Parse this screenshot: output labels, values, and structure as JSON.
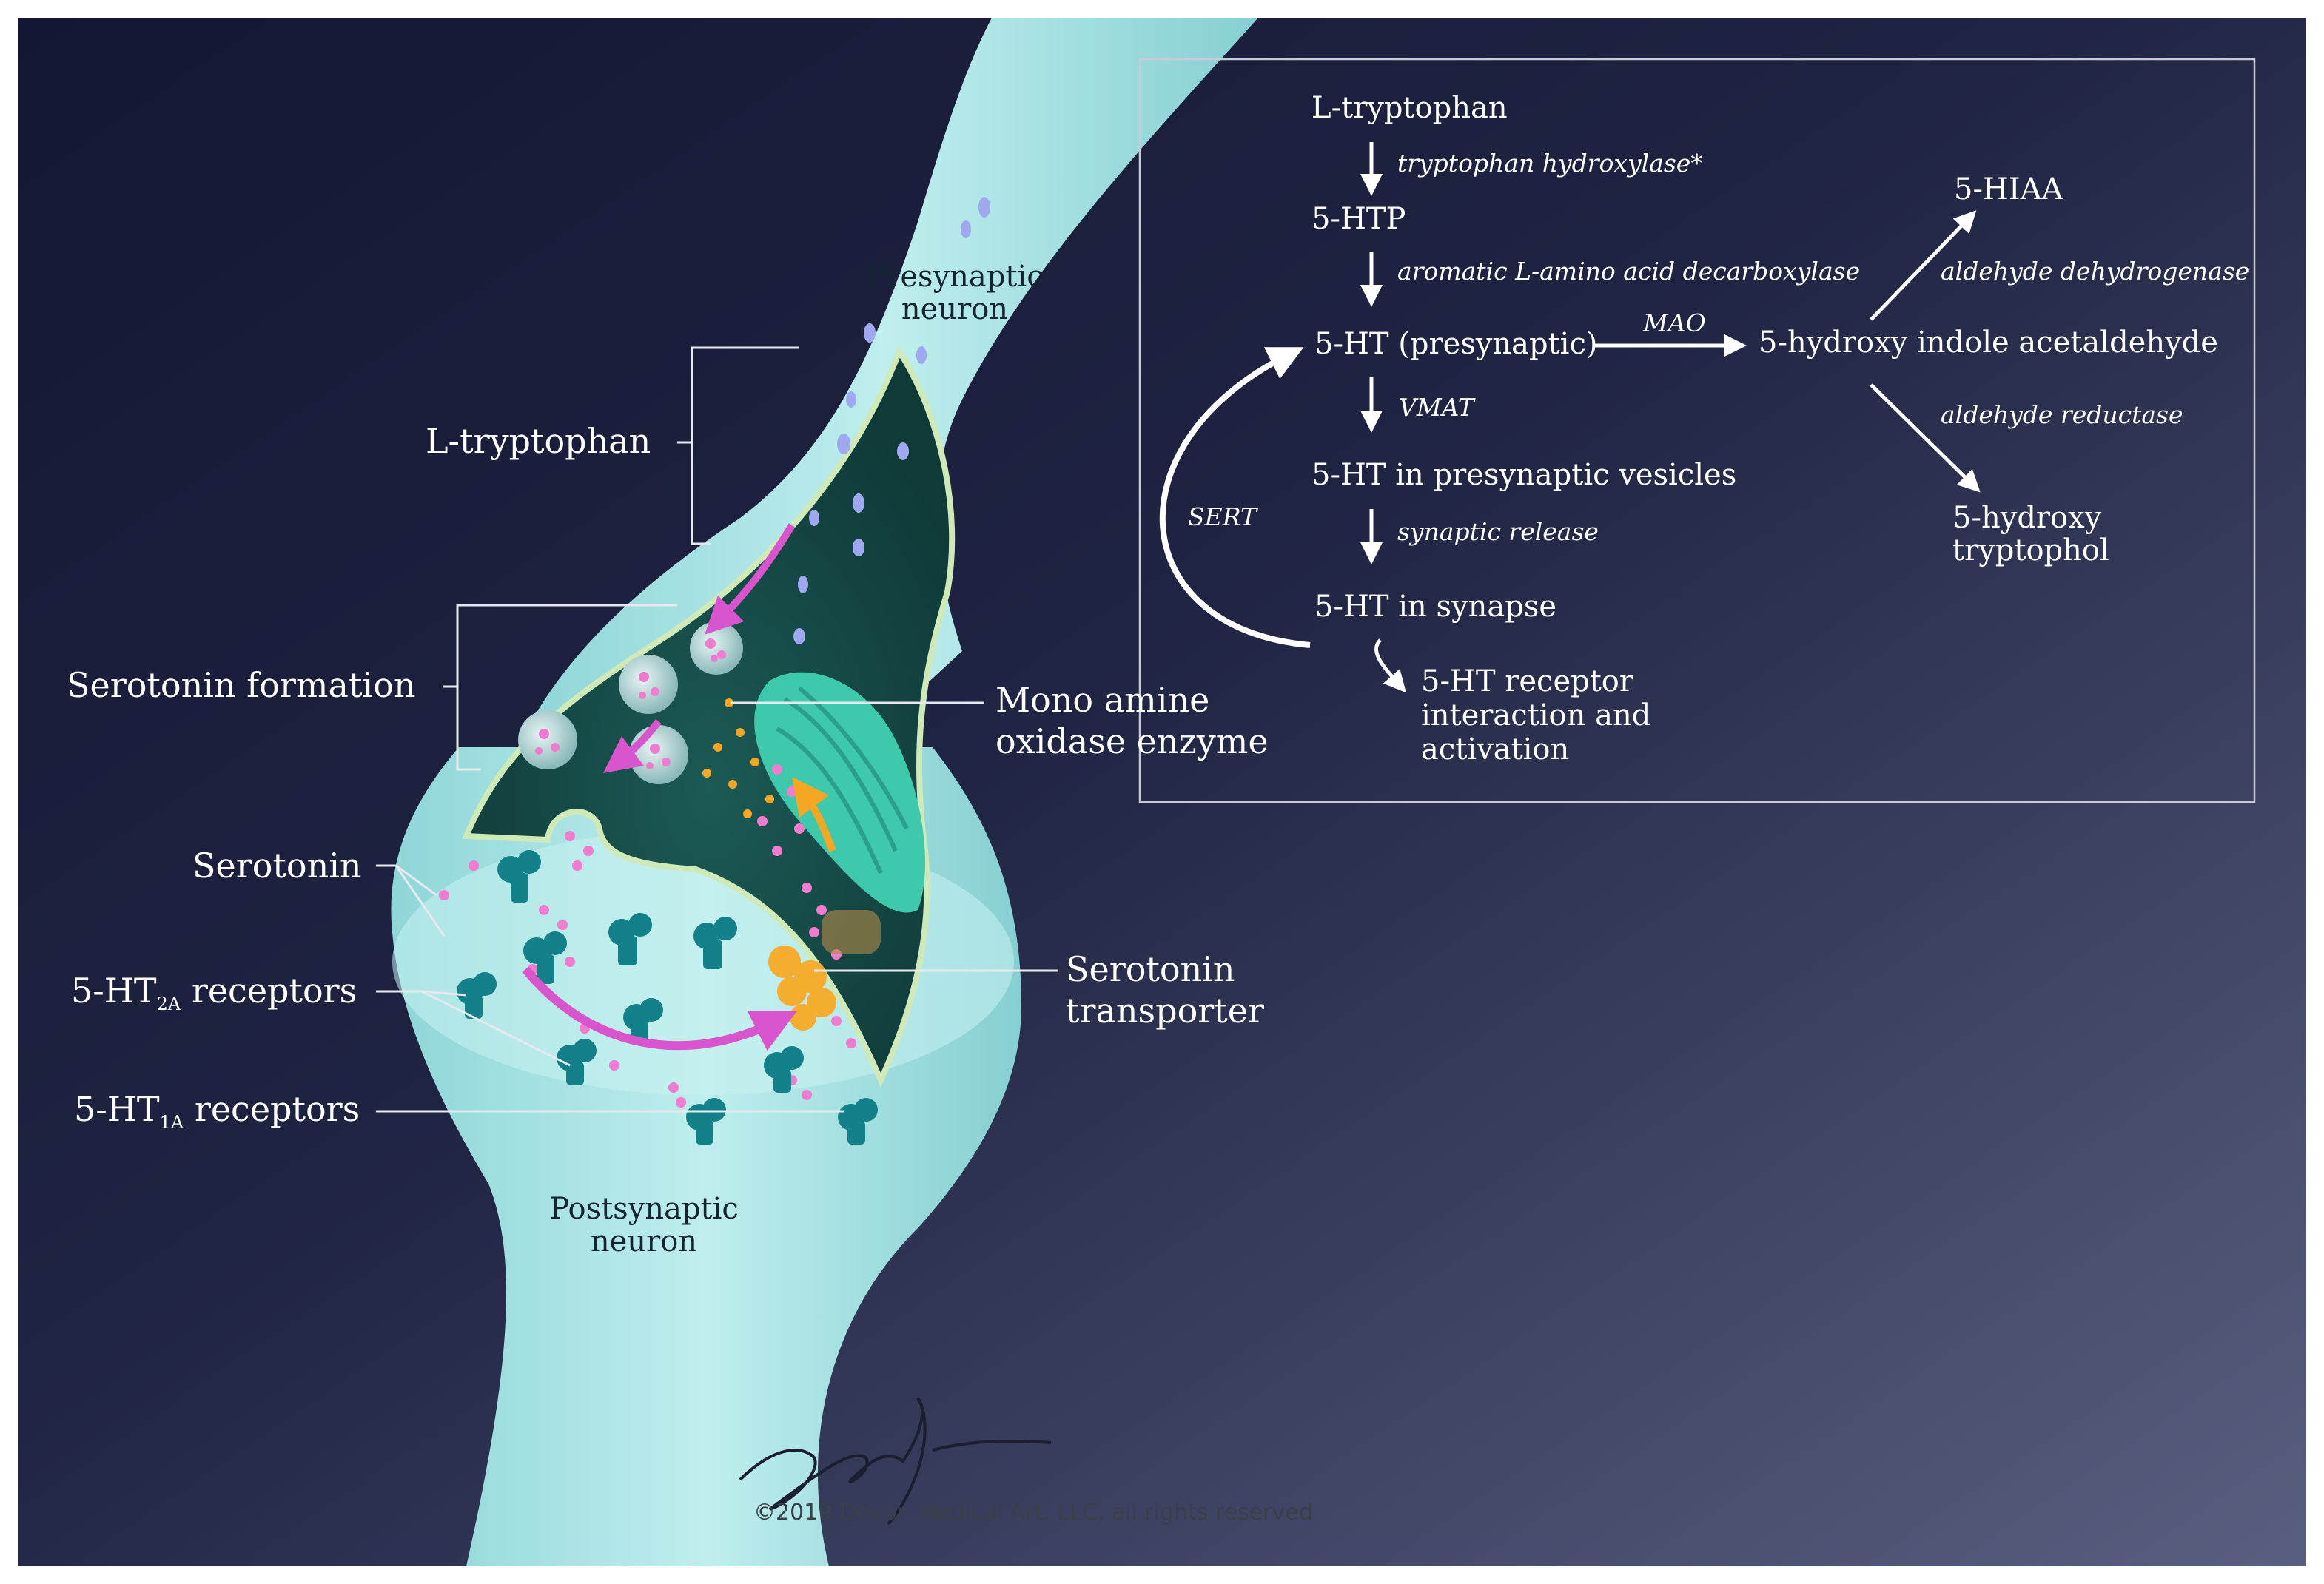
{
  "labels": {
    "l_tryptophan": "L-tryptophan",
    "serotonin_formation": "Serotonin formation",
    "serotonin": "Serotonin",
    "ht2a": {
      "pre": "5-HT",
      "sub": "2A",
      "post": " receptors"
    },
    "ht1a": {
      "pre": "5-HT",
      "sub": "1A",
      "post": " receptors"
    },
    "presynaptic_neuron": [
      "Presynaptic",
      "neuron"
    ],
    "postsynaptic_neuron": [
      "Postsynaptic",
      "neuron"
    ],
    "mao_enzyme": [
      "Mono amine",
      "oxidase enzyme"
    ],
    "serotonin_transporter": [
      "Serotonin",
      "transporter"
    ]
  },
  "pathway": {
    "l_tryptophan": "L-tryptophan",
    "tryptophan_hydroxylase": "tryptophan hydroxylase*",
    "five_htp": "5-HTP",
    "aadc": "aromatic L-amino acid decarboxylase",
    "five_ht_presynaptic": "5-HT (presynaptic)",
    "mao": "MAO",
    "acetaldehyde": "5-hydroxy indole acetaldehyde",
    "vmat": "VMAT",
    "vesicles": "5-HT in presynaptic vesicles",
    "synaptic_release": "synaptic release",
    "synapse": "5-HT in synapse",
    "sert": "SERT",
    "receptor_activation": [
      "5-HT receptor",
      "interaction and",
      "activation"
    ],
    "hiaa": "5-HIAA",
    "aldehyde_dehydrogenase": "aldehyde dehydrogenase",
    "aldehyde_reductase": "aldehyde reductase",
    "tryptophol": [
      "5-hydroxy",
      "tryptophol"
    ]
  },
  "copyright": "©2019 Devon Medical Art, LLC, all rights reserved",
  "colors": {
    "background_dark": "#161a36",
    "background_light": "#4e5475",
    "neuron_membrane": "#a6e2e2",
    "neuron_interior": "#144a46",
    "mitochondria": "#3ec9ad",
    "serotonin_molecule": "#f07ccf",
    "receptor": "#13808a",
    "transporter": "#f4ad2e",
    "arrow_magenta": "#d955ce",
    "arrow_orange": "#f5a623"
  }
}
